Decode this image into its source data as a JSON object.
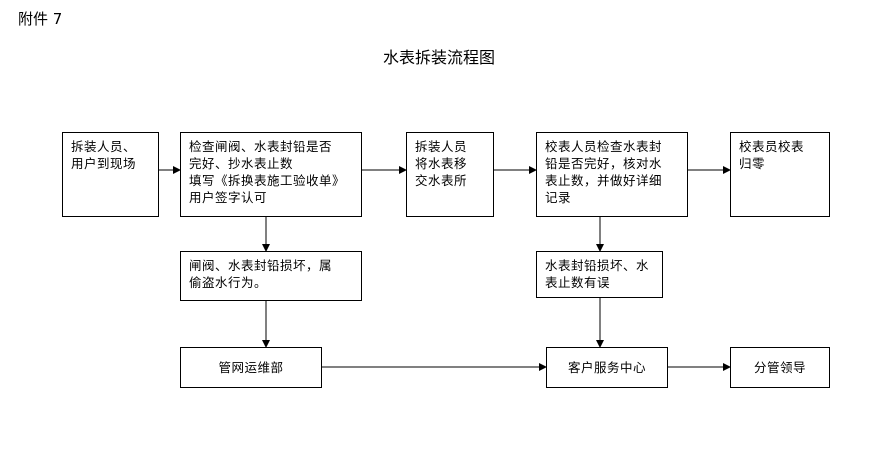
{
  "header": {
    "attachment": "附件 7",
    "title": "水表拆装流程图"
  },
  "boxes": {
    "b1": "拆装人员、\n用户到现场",
    "b2": "检查闸阀、水表封铅是否\n完好、抄水表止数\n填写《拆换表施工验收单》\n用户签字认可",
    "b3": "拆装人员\n将水表移\n交水表所",
    "b4": "校表人员检查水表封\n铅是否完好，核对水\n表止数，并做好详细\n记录",
    "b5": "校表员校表\n归零",
    "b6": "闸阀、水表封铅损坏，属\n偷盗水行为。",
    "b7": "水表封铅损坏、水\n表止数有误",
    "b8": "管网运维部",
    "b9": "客户服务中心",
    "b10": "分管领导"
  }
}
